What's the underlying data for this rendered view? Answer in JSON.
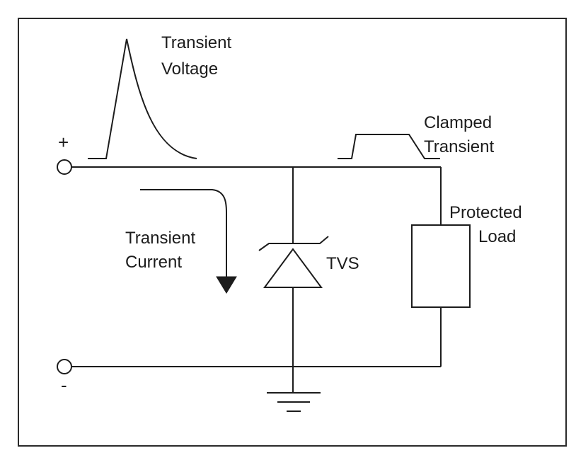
{
  "labels": {
    "transient_voltage": [
      "Transient",
      "Voltage"
    ],
    "clamped_transient": [
      "Clamped",
      "Transient"
    ],
    "protected_load": [
      "Protected",
      "Load"
    ],
    "transient_current": [
      "Transient",
      "Current"
    ],
    "tvs": "TVS",
    "plus_terminal": "+",
    "minus_terminal": "-"
  }
}
